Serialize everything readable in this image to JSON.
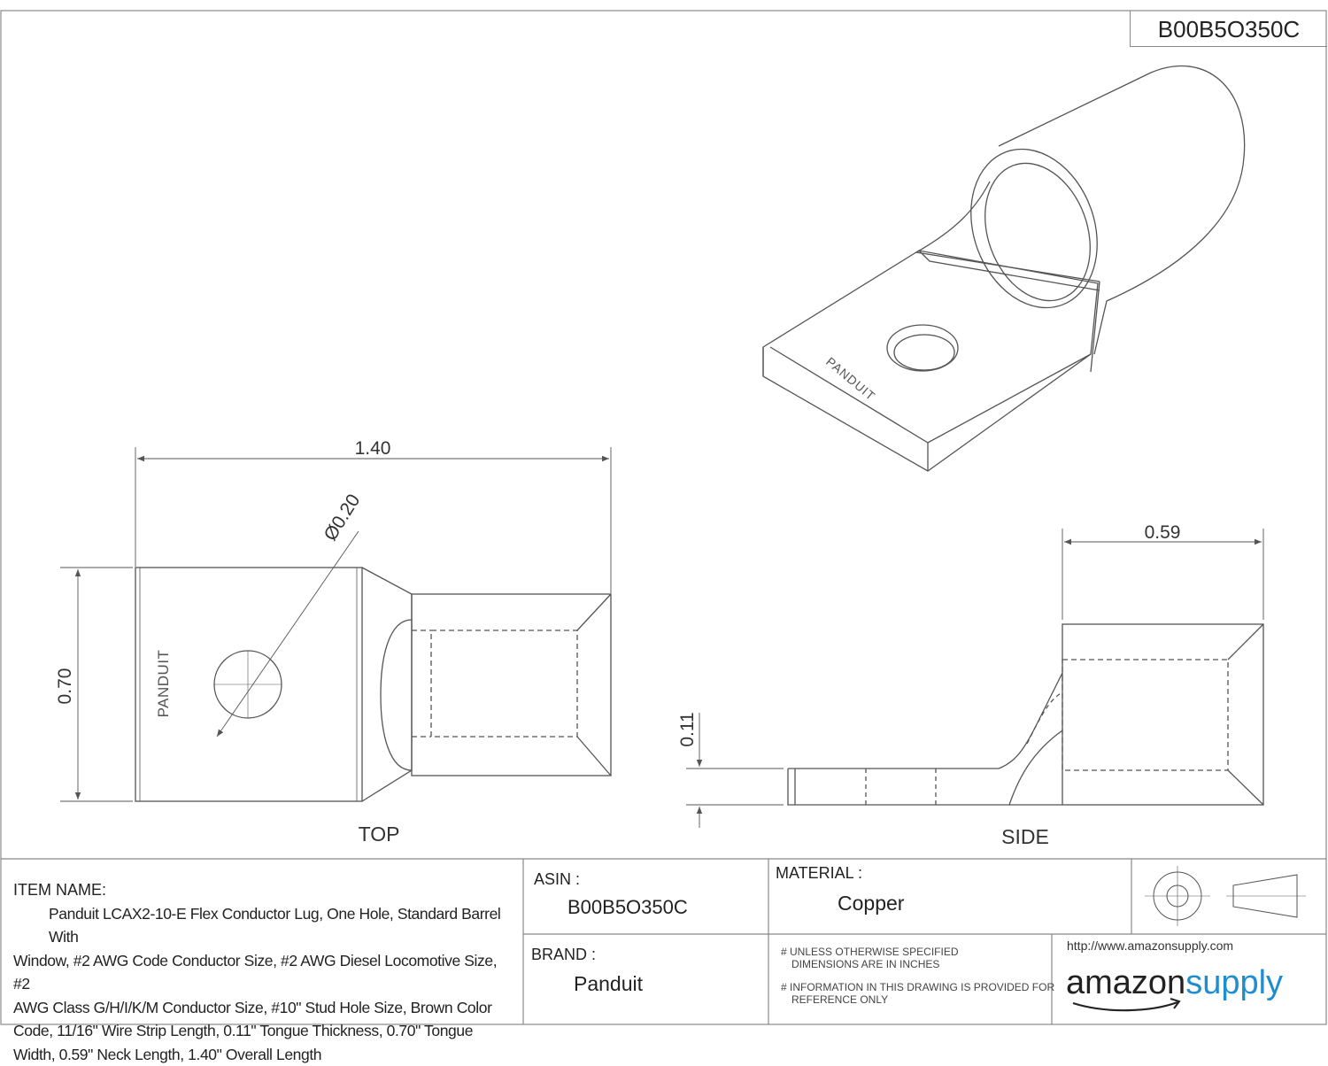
{
  "header": {
    "asin_badge": "B00B5O350C"
  },
  "views": {
    "top": {
      "label": "TOP",
      "dim_length": "1.40",
      "dim_width": "0.70",
      "dim_hole": "Ø0.20",
      "brand_mark": "PANDUIT"
    },
    "side": {
      "label": "SIDE",
      "dim_neck": "0.59",
      "dim_thickness": "0.11"
    },
    "iso": {
      "brand_mark": "PANDUIT"
    }
  },
  "title_block": {
    "item_name_label": "ITEM NAME:",
    "item_name_lines": [
      "Panduit LCAX2-10-E Flex Conductor Lug, One Hole, Standard Barrel With",
      "Window, #2 AWG Code Conductor Size, #2 AWG Diesel Locomotive Size, #2",
      "AWG Class G/H/I/K/M Conductor Size, #10\" Stud Hole Size, Brown Color",
      "Code, 11/16\" Wire Strip Length, 0.11\" Tongue Thickness, 0.70\" Tongue",
      "Width, 0.59\" Neck Length, 1.40\" Overall Length"
    ],
    "asin_label": "ASIN :",
    "asin_value": "B00B5O350C",
    "brand_label": "BRAND :",
    "brand_value": "Panduit",
    "material_label": "MATERIAL :",
    "material_value": "Copper",
    "note1_line1": "# UNLESS OTHERWISE SPECIFIED",
    "note1_line2": "DIMENSIONS ARE IN INCHES",
    "note2_line1": "# INFORMATION IN THIS DRAWING IS PROVIDED FOR",
    "note2_line2": "REFERENCE ONLY",
    "url": "http://www.amazonsupply.com",
    "logo_word1": "amazon",
    "logo_word2": "supply"
  }
}
